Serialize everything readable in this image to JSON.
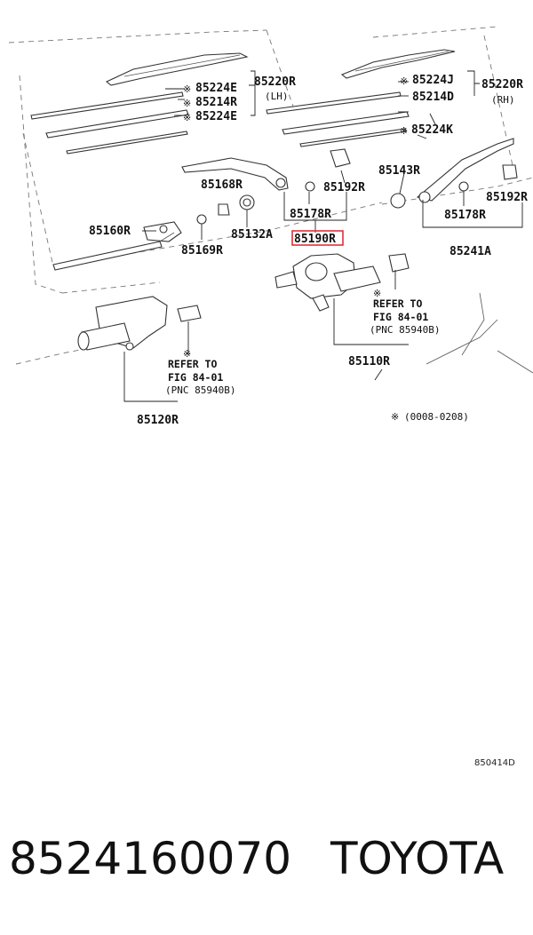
{
  "diagram": {
    "labels": {
      "p85224E_a": "85224E",
      "p85214R": "85214R",
      "p85224E_b": "85224E",
      "p85220R_lh": "85220R",
      "lh": "(LH)",
      "p85224J": "85224J",
      "p85214D": "85214D",
      "p85224K": "85224K",
      "p85220R_rh": "85220R",
      "rh": "(RH)",
      "p85143R": "85143R",
      "p85192R_a": "85192R",
      "p85192R_b": "85192R",
      "p85168R": "85168R",
      "p85178R_a": "85178R",
      "p85178R_b": "85178R",
      "p85160R": "85160R",
      "p85132A": "85132A",
      "p85190R": "85190R",
      "p85169R": "85169R",
      "p85241A": "85241A",
      "p85110R": "85110R",
      "p85120R": "85120R"
    },
    "refer_left": [
      "REFER TO",
      "FIG 84-01",
      "(PNC 85940B)"
    ],
    "refer_right": [
      "REFER TO",
      "FIG 84-01",
      "(PNC 85940B)"
    ],
    "note": "(0008-0208)",
    "note_mark": "※",
    "drawing_code": "850414D",
    "highlight_color": "#e0303a"
  },
  "footer": {
    "part_number": "8524160070",
    "brand": "TOYOTA"
  }
}
